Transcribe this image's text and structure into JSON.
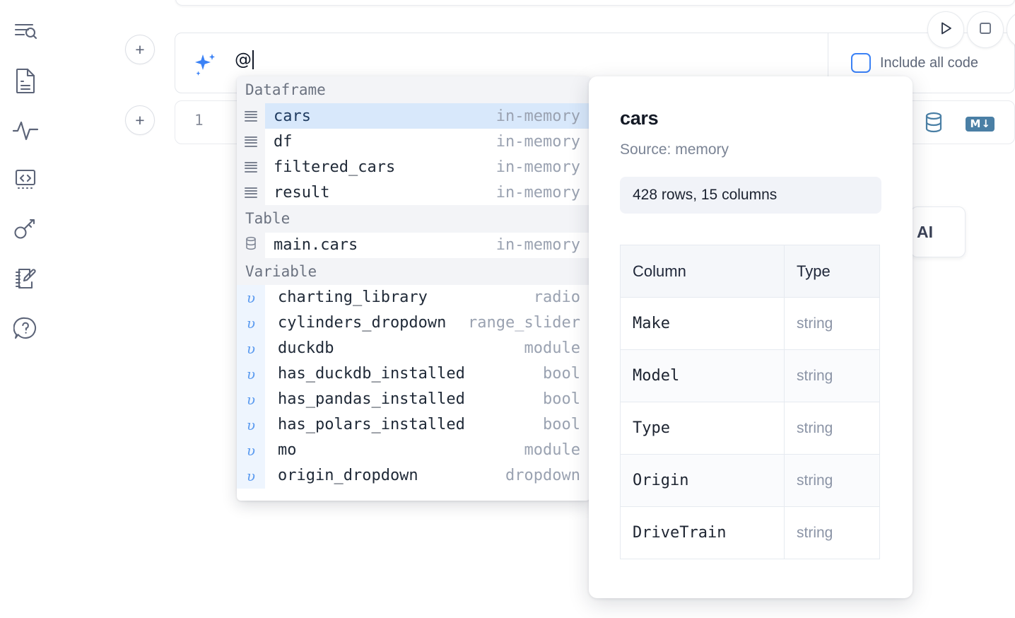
{
  "app": {
    "sidebar": {
      "items": [
        {
          "icon": "explore-search-icon",
          "label": "Explore"
        },
        {
          "icon": "document-icon",
          "label": "Notebook file"
        },
        {
          "icon": "activity-pulse-icon",
          "label": "Activity"
        },
        {
          "icon": "code-brackets-icon",
          "label": "Snippets"
        },
        {
          "icon": "key-icon",
          "label": "Secrets"
        },
        {
          "icon": "notebook-pencil-icon",
          "label": "Scratchpad"
        },
        {
          "icon": "help-question-icon",
          "label": "Help"
        }
      ]
    },
    "toolbar": {
      "run_label": "Run",
      "run_icon": "play-triangle-icon",
      "stop_label": "Stop",
      "stop_icon": "stop-square-icon",
      "extra_icon": "circle-button-icon"
    },
    "ai_prompt": {
      "icon": "ai-sparkle-icon",
      "value": "@",
      "include_all_code_label": "Include all code",
      "include_all_code_checked": false,
      "add_button_label": "+"
    },
    "code_cell": {
      "add_button_label": "+",
      "line_number": "1",
      "icons": [
        {
          "icon": "database-icon",
          "label": "SQL cell"
        },
        {
          "icon": "markdown-icon",
          "label": "M"
        }
      ],
      "markdown_badge_text": "M",
      "markdown_badge_arrow": "↓"
    },
    "floating_button": {
      "label": "AI"
    }
  },
  "autocomplete": {
    "groups": [
      {
        "header": "Dataframe",
        "icon": "dataframe-lines-icon",
        "items": [
          {
            "name": "cars",
            "type": "in-memory",
            "selected": true
          },
          {
            "name": "df",
            "type": "in-memory",
            "selected": false
          },
          {
            "name": "filtered_cars",
            "type": "in-memory",
            "selected": false
          },
          {
            "name": "result",
            "type": "in-memory",
            "selected": false
          }
        ]
      },
      {
        "header": "Table",
        "icon": "database-icon",
        "items": [
          {
            "name": "main.cars",
            "type": "in-memory",
            "selected": false
          }
        ]
      },
      {
        "header": "Variable",
        "icon": "variable-icon",
        "items": [
          {
            "name": "charting_library",
            "type": "radio",
            "selected": false
          },
          {
            "name": "cylinders_dropdown",
            "type": "range_slider",
            "selected": false
          },
          {
            "name": "duckdb",
            "type": "module",
            "selected": false
          },
          {
            "name": "has_duckdb_installed",
            "type": "bool",
            "selected": false
          },
          {
            "name": "has_pandas_installed",
            "type": "bool",
            "selected": false
          },
          {
            "name": "has_polars_installed",
            "type": "bool",
            "selected": false
          },
          {
            "name": "mo",
            "type": "module",
            "selected": false
          },
          {
            "name": "origin_dropdown",
            "type": "dropdown",
            "selected": false
          }
        ]
      }
    ]
  },
  "doc_panel": {
    "title": "cars",
    "source": "Source: memory",
    "shape": "428 rows, 15 columns",
    "table": {
      "headers": [
        "Column",
        "Type"
      ],
      "rows": [
        {
          "column": "Make",
          "type": "string"
        },
        {
          "column": "Model",
          "type": "string"
        },
        {
          "column": "Type",
          "type": "string"
        },
        {
          "column": "Origin",
          "type": "string"
        },
        {
          "column": "DriveTrain",
          "type": "string"
        }
      ]
    }
  },
  "colors": {
    "accent_blue": "#3b82f6",
    "selection_blue": "#d8e8fb",
    "icon_steel": "#4a7fa5",
    "rail_icon": "#5c6478",
    "muted_text": "#9aa2b1"
  }
}
